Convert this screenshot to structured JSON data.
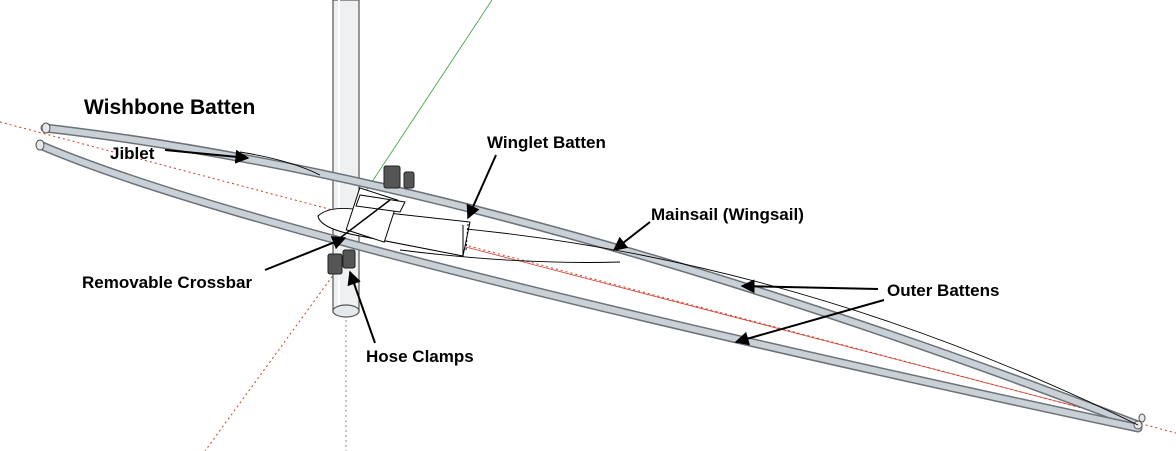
{
  "title": "Wishbone Batten",
  "labels": {
    "jiblet": "Jiblet",
    "winglet": "Winglet Batten",
    "mainsail": "Mainsail (Wingsail)",
    "crossbar": "Removable Crossbar",
    "outer": "Outer Battens",
    "hose": "Hose Clamps"
  },
  "colors": {
    "tube_fill": "#c9d0d6",
    "tube_outline": "#6b7279",
    "axis_red": "#d23a2a",
    "axis_green": "#3a9a3a",
    "ink": "#000000"
  }
}
